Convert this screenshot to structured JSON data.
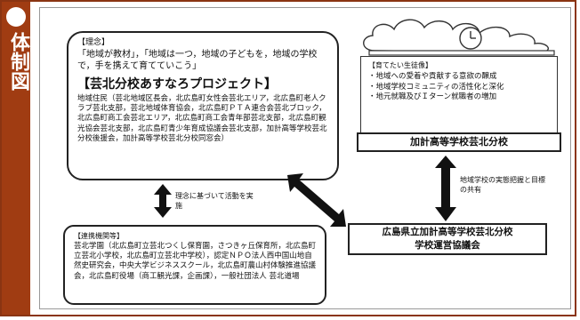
{
  "sidebar": {
    "title": "体制図"
  },
  "main": {
    "section_label": "【理念】",
    "principle": "「地域が教材」，「地域は一つ，地域の子どもを，地域の学校で，手を携えて育てていこう」",
    "project_title": "【芸北分校あすなろプロジェクト】",
    "members": "地域住民（芸北地域区長会，北広島町女性会芸北エリア，北広島町老人クラブ芸北支部，芸北地域体育協会，北広島町ＰＴＡ連合会芸北ブロック，北広島町商工会芸北エリア，北広島町商工会青年部芸北支部，北広島町観光協会芸北支部，北広島町青少年育成協議会芸北支部，加計高等学校芸北分校後援会，加計高等学校芸北分校同窓会）"
  },
  "goals": {
    "label": "【育てたい生徒像】",
    "items": [
      "・地域への愛着や貢献する意欲の醸成",
      "・地域学校コミュニティの活性化と深化",
      "・地元就職及びＩターン就職者の増加"
    ]
  },
  "school": {
    "name": "加計高等学校芸北分校"
  },
  "council": {
    "line1": "広島県立加計高等学校芸北分校",
    "line2": "学校運営協議会"
  },
  "partners": {
    "label": "【連携機関等】",
    "text": "芸北学園（北広島町立芸北つくし保育園，さつきヶ丘保育所，北広島町立芸北小学校，北広島町立芸北中学校），認定ＮＰＯ法人西中国山地自然史研究会，中央大学ビジネススクール，北広島町農山村体験推進協議会，北広島町役場（商工観光課，企画課），一般社団法人 芸北道場"
  },
  "arrows": {
    "left_label": "理念に基づいて活動を実施",
    "right_label": "地域学校の実態把握と目標の共有"
  }
}
